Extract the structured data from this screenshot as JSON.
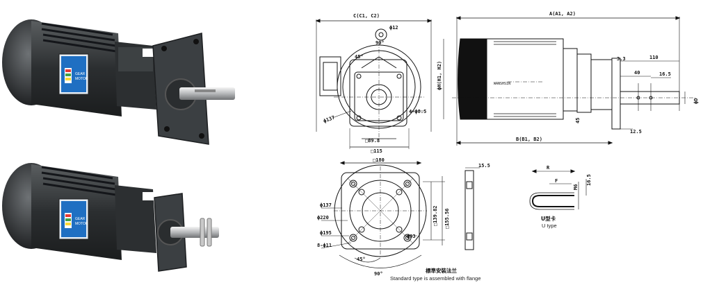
{
  "photos": {
    "top_motor": {
      "label_lines": [
        "GEAR",
        "MOTOR"
      ]
    },
    "bottom_motor": {
      "label_lines": [
        "GEAR",
        "MOTOR"
      ]
    }
  },
  "front_view": {
    "dim_c": "C(C1, C2)",
    "phi_12": "ϕ12",
    "angle_90": "90°",
    "angle_45": "45°",
    "phi_137": "ϕ137",
    "holes": "4-ϕ8.5",
    "sq_89_8": "□89.8",
    "sq_115": "□115"
  },
  "side_view": {
    "dim_a": "A(A1, A2)",
    "dim_b": "B(B1, B2)",
    "phi_h": "ϕH(H1, H2)",
    "v_3_3": "3.3",
    "v_110": "110",
    "v_40": "40",
    "v_16_5": "16.5",
    "v_45": "45",
    "v_12_5": "12.5",
    "phi_d": "ϕD",
    "nameplate_text": "WANSHSIN"
  },
  "flange_view": {
    "sq_180": "□180",
    "phi_137": "ϕ137",
    "phi_220": "ϕ220",
    "phi_195": "ϕ195",
    "holes": "8-ϕ11",
    "sq_139_82": "□139.82",
    "sq_155_56": "□155.56",
    "phi_93": "ϕ93",
    "angle_45": "45°",
    "angle_90": "90°",
    "thickness": "15.5",
    "caption_zh": "標準安裝法兰",
    "caption_en": "Standard type is assembled with flange"
  },
  "u_type": {
    "dim_r": "R",
    "dim_f": "F",
    "dim_m6": "M6",
    "dim_16_5": "16.5",
    "caption_zh": "U型卡",
    "caption_en": "U type"
  }
}
